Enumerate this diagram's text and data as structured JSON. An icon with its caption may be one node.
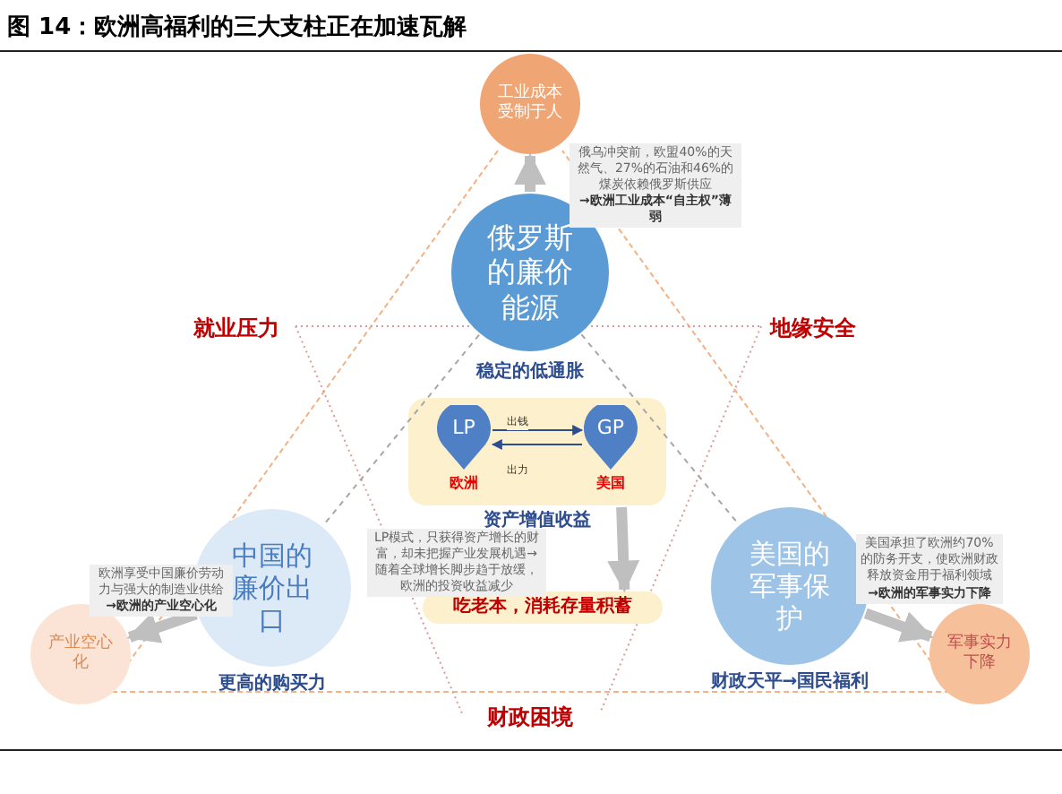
{
  "diagram": {
    "title": "图 14：欧洲高福利的三大支柱正在加速瓦解",
    "nodes": [
      {
        "text": [
          "工业成本受制于人"
        ]
      },
      {
        "text": [
          "俄罗斯的廉价能源"
        ],
        "beside": [
          "稳定的低通胀"
        ]
      },
      {
        "text": [
          "中国的廉价出口"
        ],
        "beside": [
          "更高的购买力"
        ]
      },
      {
        "text": [
          "美国的军事保护"
        ],
        "beside": [
          "财政天平→国民福利"
        ]
      },
      {
        "text": [
          "产业空心化"
        ]
      },
      {
        "text": [
          "军事实力下降"
        ]
      },
      {
        "text": [],
        "shape": "box",
        "beside": [
          "资产增值收益"
        ]
      },
      {
        "text": [
          "LP"
        ],
        "in": 6,
        "beside": [
          "欧洲"
        ]
      },
      {
        "text": [
          "GP"
        ],
        "in": 6,
        "beside": [
          "美国"
        ]
      },
      {
        "text": [
          "吃老本，消耗存量积蓄"
        ]
      }
    ],
    "edges": [
      {
        "from": 1,
        "to": 0,
        "arrow": "to",
        "style": "thick"
      },
      {
        "from": 2,
        "to": 4,
        "arrow": "to",
        "style": "thick"
      },
      {
        "from": 3,
        "to": 5,
        "arrow": "to",
        "style": "thick"
      },
      {
        "from": 7,
        "to": 8,
        "arrow": "to",
        "label": "出钱",
        "color": "#2e4d8f"
      },
      {
        "from": 8,
        "to": 7,
        "arrow": "to",
        "label": "出力",
        "color": "#2e4d8f"
      },
      {
        "from": 6,
        "to": 9,
        "arrow": "to",
        "style": "thick"
      },
      {
        "from": 1,
        "to": 2,
        "arrow": "none",
        "style": "dashed",
        "color": "#a6a6a6"
      },
      {
        "from": 1,
        "to": 3,
        "arrow": "none",
        "style": "dashed",
        "color": "#a6a6a6"
      }
    ],
    "labels": [
      "俄乌冲突前，欧盟40%的天然气、27%的石油和46%的煤炭依赖俄罗斯供应",
      "→欧洲工业成本“自主权”薄弱",
      "就业压力",
      "地缘安全",
      "LP模式，只获得资产增长的财富，却未把握产业发展机遇→随着全球增长脚步趋于放缓，欧洲的投资收益减少",
      "欧洲享受中国廉价劳动力与强大的制造业供给",
      "→欧洲的产业空心化",
      "美国承担了欧洲约70%的防务开支，使欧洲财政释放资金用于福利领域",
      "→欧洲的军事实力下降",
      "财政困境"
    ]
  }
}
